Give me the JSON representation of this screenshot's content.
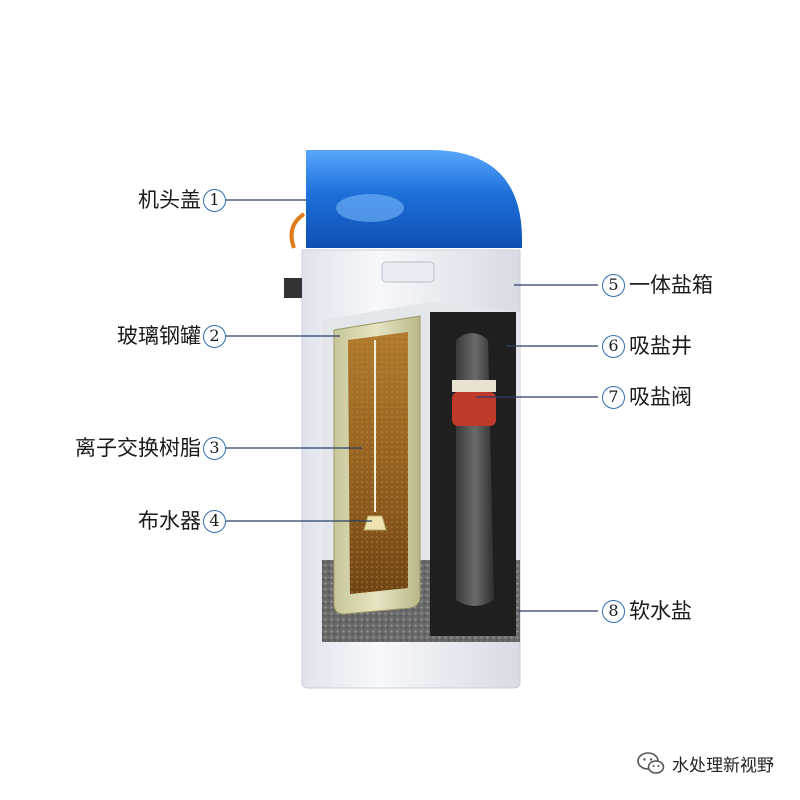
{
  "callouts": [
    {
      "num": "1",
      "text": "机头盖"
    },
    {
      "num": "2",
      "text": "玻璃钢罐"
    },
    {
      "num": "3",
      "text": "离子交换树脂"
    },
    {
      "num": "4",
      "text": "布水器"
    },
    {
      "num": "5",
      "text": "一体盐箱"
    },
    {
      "num": "6",
      "text": "吸盐井"
    },
    {
      "num": "7",
      "text": "吸盐阀"
    },
    {
      "num": "8",
      "text": "软水盐"
    }
  ],
  "watermark": {
    "text": "水处理新视野",
    "icon": "wechat-icon"
  },
  "colors": {
    "cap": "#1e6fd9",
    "leader": "#2a3f66",
    "body": "#eef1f6",
    "resin": "#8a5a22",
    "brine_well": "#2b2b2b",
    "salt": "#6d6d6d"
  }
}
